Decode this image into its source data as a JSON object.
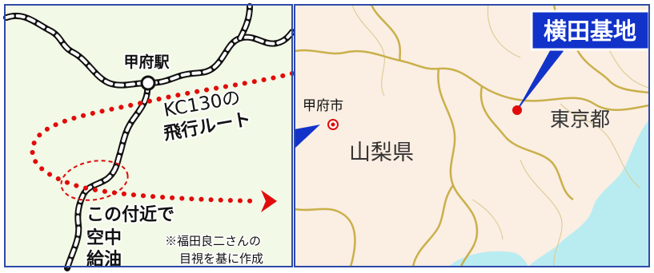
{
  "left_panel": {
    "station_label": "甲府駅",
    "route_label_line1": "KC130の",
    "route_label_line2": "飛行ルート",
    "refuel_line1": "この付近で",
    "refuel_line2": "空中",
    "refuel_line3": "給油",
    "note_line1": "※福田良二さんの",
    "note_line2": "目視を基に作成"
  },
  "right_panel": {
    "base_label": "横田基地",
    "city_label": "甲府市",
    "prefecture_label": "山梨県",
    "tokyo_label": "東京都"
  },
  "colors": {
    "land_left": "#f2f9e6",
    "land_right": "#fbeee3",
    "water": "#b9ecf1",
    "border": "#c9b04a",
    "route": "#e10b0b",
    "badge": "#1233c9",
    "frame": "#2e4aa8"
  }
}
